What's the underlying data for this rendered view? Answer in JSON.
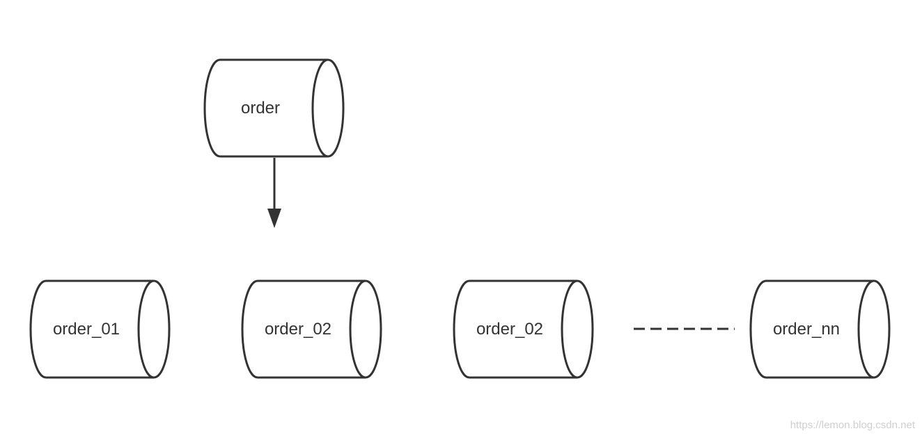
{
  "diagram": {
    "root": {
      "label": "order"
    },
    "shards": [
      {
        "label": "order_01"
      },
      {
        "label": "order_02"
      },
      {
        "label": "order_02"
      },
      {
        "label": "order_nn"
      }
    ]
  },
  "watermark": "https://lemon.blog.csdn.net",
  "colors": {
    "stroke": "#333333",
    "background": "#ffffff",
    "watermark": "#cfcfcf"
  }
}
